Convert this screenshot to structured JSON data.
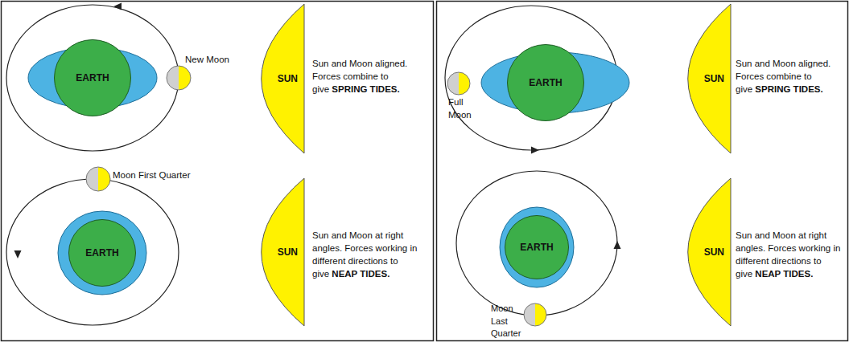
{
  "diagram": {
    "nodes": [
      {
        "text": [
          "EARTH"
        ]
      },
      {
        "text": [
          "SUN"
        ]
      },
      {
        "text": [
          "EARTH"
        ]
      },
      {
        "text": [
          "SUN"
        ]
      },
      {
        "text": [
          "EARTH"
        ]
      },
      {
        "text": [
          "SUN"
        ]
      },
      {
        "text": [
          "EARTH"
        ]
      },
      {
        "text": [
          "SUN"
        ]
      }
    ],
    "labels": [
      "New Moon",
      "Sun and Moon aligned. Forces combine to give",
      "SPRING TIDES.",
      "Moon First Quarter",
      "Sun and Moon at right angles. Forces working in different directions to give",
      "NEAP TIDES.",
      "Full Moon",
      "Sun and Moon aligned. Forces combine to give",
      "SPRING TIDES.",
      "Moon Last Quarter",
      "Sun and Moon at right angles. Forces working in different directions to give",
      "NEAP TIDES."
    ]
  }
}
